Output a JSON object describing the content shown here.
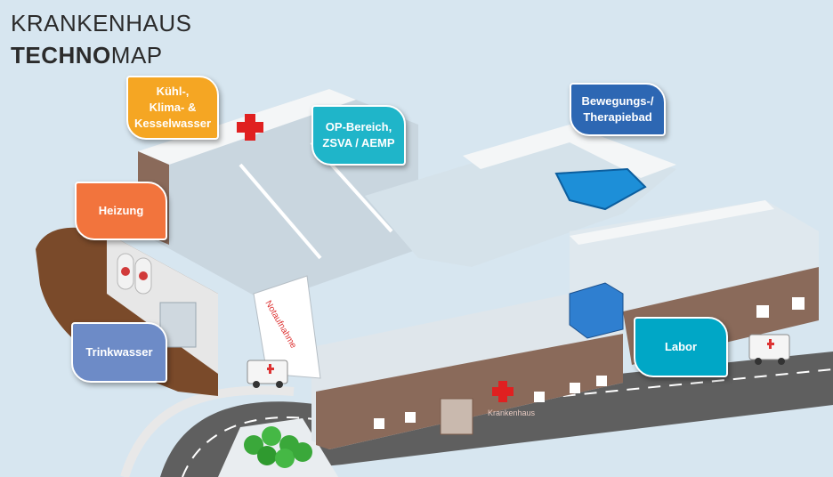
{
  "title": {
    "part1": "KRANKENHAUS",
    "part2_bold": "TECHNO",
    "part2_rest": "MAP"
  },
  "callouts": {
    "kuehl": {
      "label": "Kühl-,\nKlima- &\nKesselwasser",
      "color": "#f5a623"
    },
    "op": {
      "label": "OP-Bereich,\nZSVA / AEMP",
      "color": "#1fb5c9"
    },
    "bewegung": {
      "label": "Bewegungs-/\nTherapiebad",
      "color": "#2d67b3"
    },
    "heizung": {
      "label": "Heizung",
      "color": "#f2743d"
    },
    "trinkwasser": {
      "label": "Trinkwasser",
      "color": "#6d8bc7"
    },
    "labor": {
      "label": "Labor",
      "color": "#00a7c6"
    }
  },
  "building": {
    "facade_sign": "Krankenhaus",
    "side_sign": "Notaufnahme"
  }
}
